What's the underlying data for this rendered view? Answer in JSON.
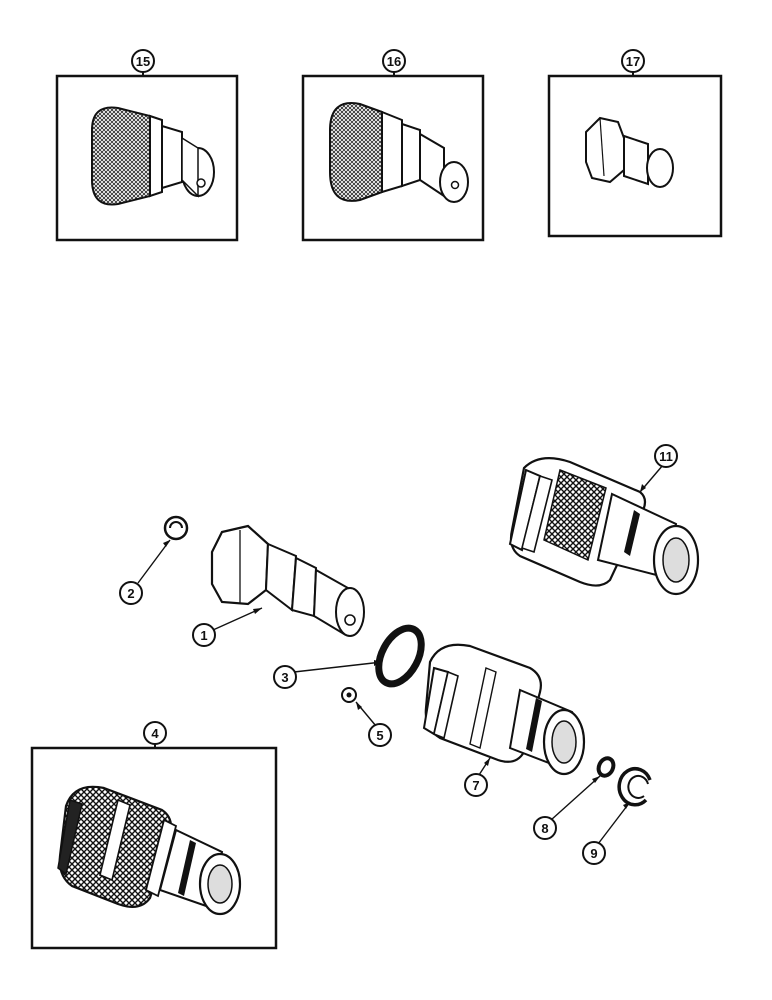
{
  "insets": [
    {
      "id": "15",
      "label": "15",
      "part": "quick coupler male tip with knurled collar"
    },
    {
      "id": "16",
      "label": "16",
      "part": "quick coupler male tip with knurled collar and hex"
    },
    {
      "id": "17",
      "label": "17",
      "part": "hex male tip"
    },
    {
      "id": "4",
      "label": "4",
      "part": "female coupler body with knurled sleeve"
    }
  ],
  "callouts": [
    {
      "id": "1",
      "label": "1"
    },
    {
      "id": "2",
      "label": "2"
    },
    {
      "id": "3",
      "label": "3"
    },
    {
      "id": "5",
      "label": "5"
    },
    {
      "id": "7",
      "label": "7"
    },
    {
      "id": "8",
      "label": "8"
    },
    {
      "id": "9",
      "label": "9"
    },
    {
      "id": "11",
      "label": "11"
    }
  ]
}
